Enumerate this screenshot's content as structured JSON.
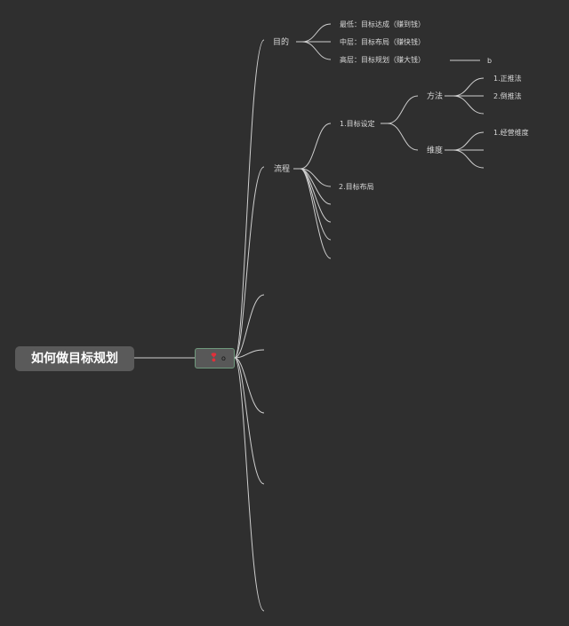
{
  "root": {
    "label": "如何做目标规划"
  },
  "hub": {
    "mark": "❢",
    "text": "o"
  },
  "branches": {
    "purpose": {
      "label": "目的",
      "items": {
        "low": "最低：目标达成（赚到钱）",
        "mid": "中层：目标布局（赚快钱）",
        "high": "高层：目标规划（赚大钱）"
      },
      "high_note": "b"
    },
    "process": {
      "label": "流程",
      "setting": {
        "label": "1.目标设定",
        "method": {
          "label": "方法",
          "items": [
            "1.正推法",
            "2.倒推法"
          ]
        },
        "dimension": {
          "label": "维度",
          "items": [
            "1.经营维度"
          ]
        }
      },
      "layout": {
        "label": "2.目标布局"
      }
    }
  },
  "colors": {
    "background": "#2f2f2f",
    "line": "#cfcfcf",
    "text": "#d8d8d8",
    "root_fill": "#5a5a5a",
    "hub_fill": "#585858",
    "hub_border": "#6f9a7d",
    "hub_mark": "#e0303a"
  }
}
